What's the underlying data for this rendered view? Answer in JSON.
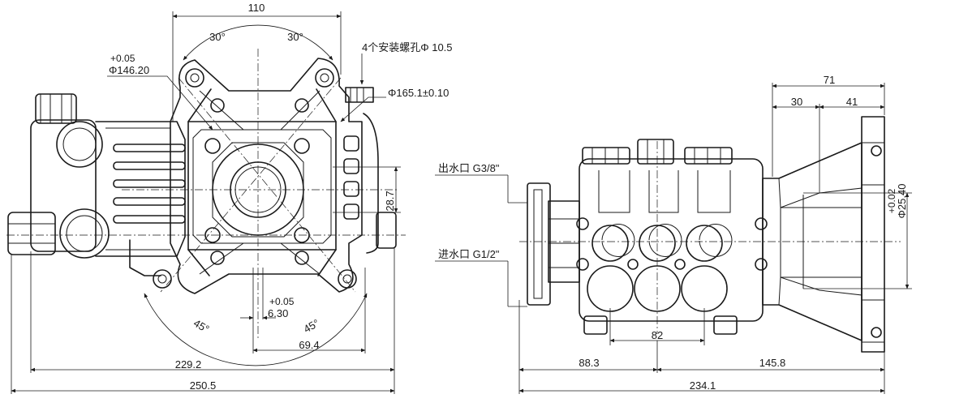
{
  "front_view": {
    "width_110": "110",
    "angle_30_left": "30°",
    "angle_30_right": "30°",
    "tol_14620_top": "+0.05",
    "dia_14620": "Φ146.20",
    "mount_holes": "4个安装螺孔Φ 10.5",
    "dia_1651": "Φ165.1±0.10",
    "dim_287": "28.7",
    "tol_630_top": "+0.05",
    "dim_630": "6.30",
    "angle_45_left": "45°",
    "angle_45_right": "45°",
    "dim_694": "69.4",
    "dim_2292": "229.2",
    "dim_2505": "250.5"
  },
  "side_view": {
    "dim_71": "71",
    "dim_30": "30",
    "dim_41": "41",
    "outlet": "出水口 G3/8\"",
    "inlet": "进水口 G1/2\"",
    "tol_254_top": "+0.02",
    "dia_254": "Φ25.40",
    "dim_82": "82",
    "dim_883": "88.3",
    "dim_1458": "145.8",
    "dim_2341": "234.1"
  }
}
